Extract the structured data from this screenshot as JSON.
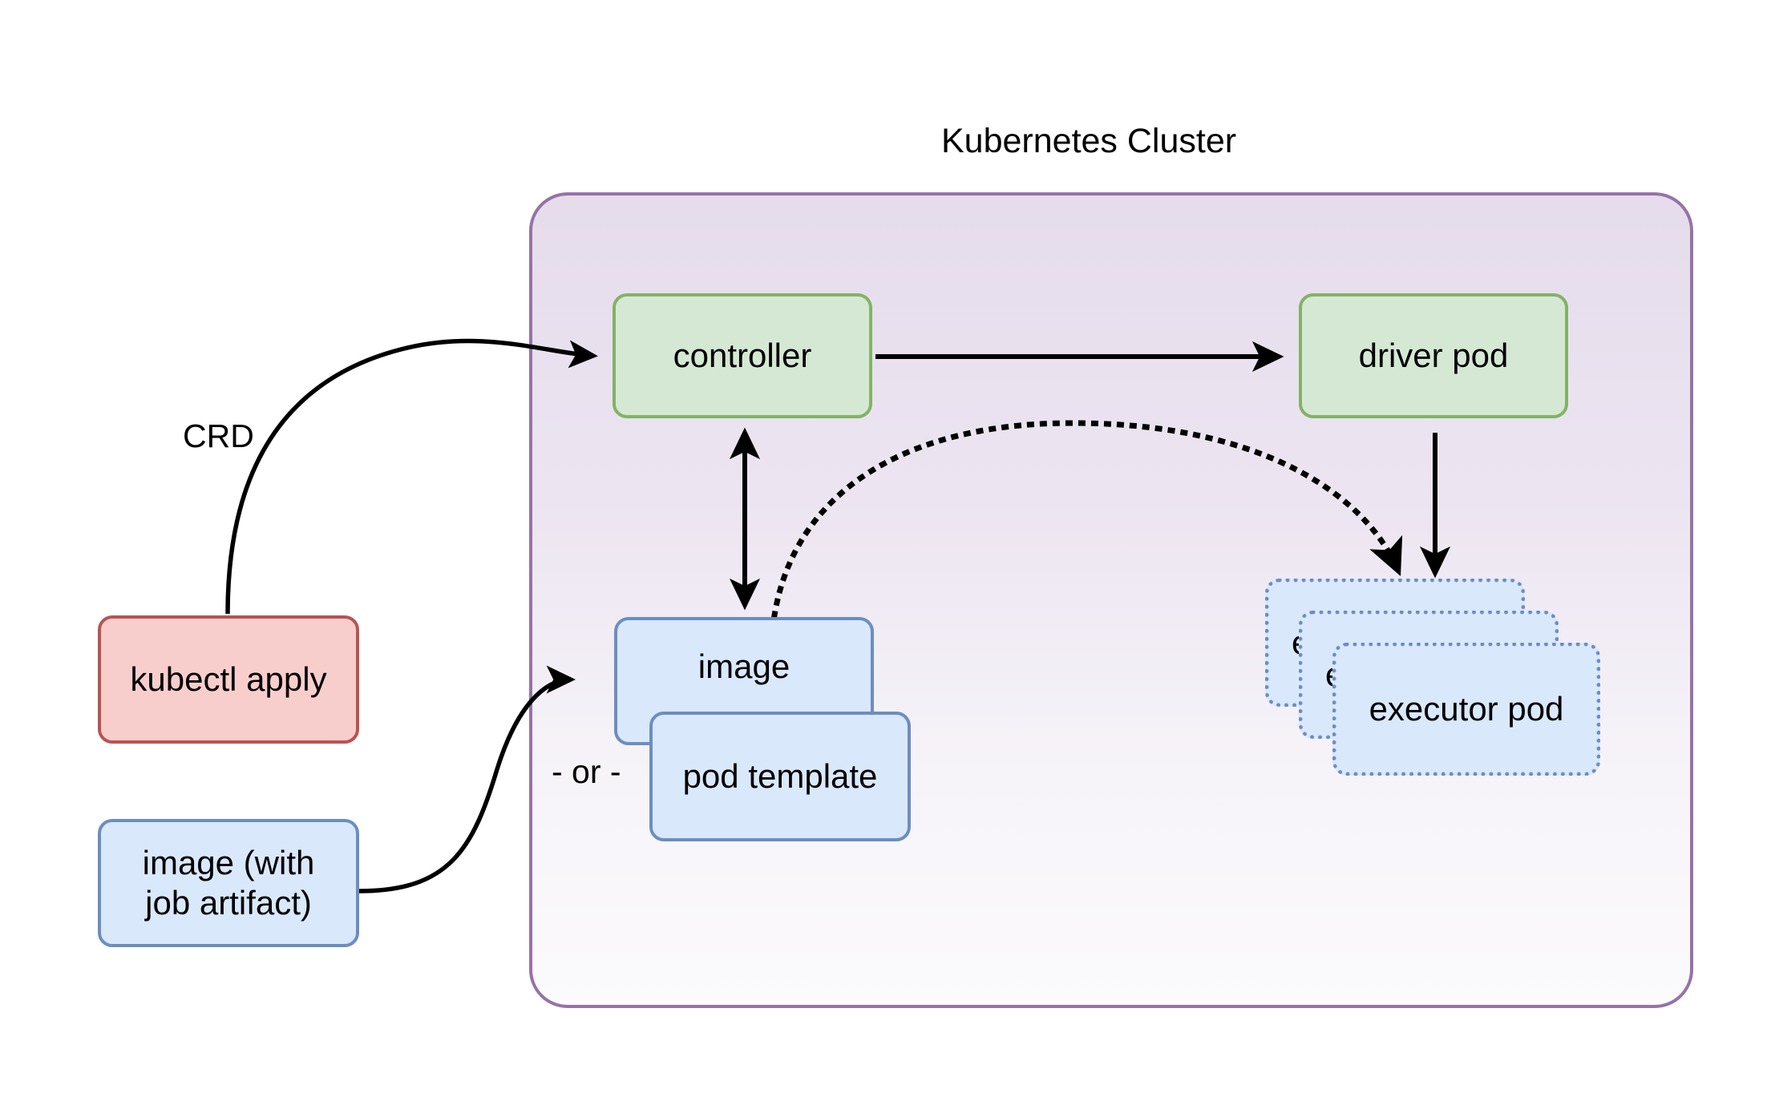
{
  "diagram": {
    "title": "Kubernetes Cluster",
    "cluster": {
      "label": "Kubernetes Cluster",
      "border_color": "#9673a6",
      "fill_top": "#e6dcec",
      "fill_bottom": "#fbfafc"
    },
    "nodes": [
      {
        "id": "controller",
        "label": "controller",
        "shape": "rounded-rect",
        "style": "solid",
        "fill": "#d5e8d4",
        "stroke": "#82b366"
      },
      {
        "id": "driver-pod",
        "label": "driver pod",
        "shape": "rounded-rect",
        "style": "solid",
        "fill": "#d5e8d4",
        "stroke": "#82b366"
      },
      {
        "id": "kubectl-apply",
        "label": "kubectl apply",
        "shape": "rounded-rect",
        "style": "solid",
        "fill": "#f8cecc",
        "stroke": "#b85450"
      },
      {
        "id": "image-with-job-artifact",
        "label": "image (with job artifact)",
        "label_line1": "image (with",
        "label_line2": "job artifact)",
        "shape": "rounded-rect",
        "style": "solid",
        "fill": "#dae8fc",
        "stroke": "#6c8ebf"
      },
      {
        "id": "image",
        "label": "image",
        "shape": "rounded-rect",
        "style": "solid",
        "fill": "#dae8fc",
        "stroke": "#6c8ebf"
      },
      {
        "id": "pod-template",
        "label": "pod template",
        "shape": "rounded-rect",
        "style": "solid",
        "fill": "#dae8fc",
        "stroke": "#6c8ebf"
      },
      {
        "id": "executor-pod-back",
        "label": "executor pod",
        "visible_text": "e",
        "shape": "rounded-rect",
        "style": "dotted",
        "fill": "#dae8fc",
        "stroke": "#6c8ebf"
      },
      {
        "id": "executor-pod-middle",
        "label": "executor pod",
        "visible_text": "e",
        "shape": "rounded-rect",
        "style": "dotted",
        "fill": "#dae8fc",
        "stroke": "#6c8ebf"
      },
      {
        "id": "executor-pod-front",
        "label": "executor pod",
        "visible_text": "executor pod",
        "shape": "rounded-rect",
        "style": "dotted",
        "fill": "#dae8fc",
        "stroke": "#6c8ebf"
      }
    ],
    "edges": [
      {
        "id": "kubectl-to-controller",
        "from": "kubectl-apply",
        "to": "controller",
        "label": "CRD",
        "style": "solid",
        "arrow": "end"
      },
      {
        "id": "controller-to-driver",
        "from": "controller",
        "to": "driver-pod",
        "label": "",
        "style": "solid",
        "arrow": "end"
      },
      {
        "id": "controller-image-bidirectional",
        "from": "controller",
        "to": "image",
        "label": "",
        "style": "solid",
        "arrow": "both"
      },
      {
        "id": "image-to-executor",
        "from": "image",
        "to": "executor-pod-back",
        "label": "",
        "style": "dotted",
        "arrow": "end"
      },
      {
        "id": "driver-to-executor",
        "from": "driver-pod",
        "to": "executor-pod-back",
        "label": "",
        "style": "solid",
        "arrow": "end"
      },
      {
        "id": "artifact-to-image",
        "from": "image-with-job-artifact",
        "to": "image",
        "label": "",
        "style": "solid",
        "arrow": "end"
      }
    ],
    "labels": [
      {
        "id": "or-label",
        "text": "- or -"
      },
      {
        "id": "crd-label",
        "text": "CRD"
      }
    ]
  }
}
